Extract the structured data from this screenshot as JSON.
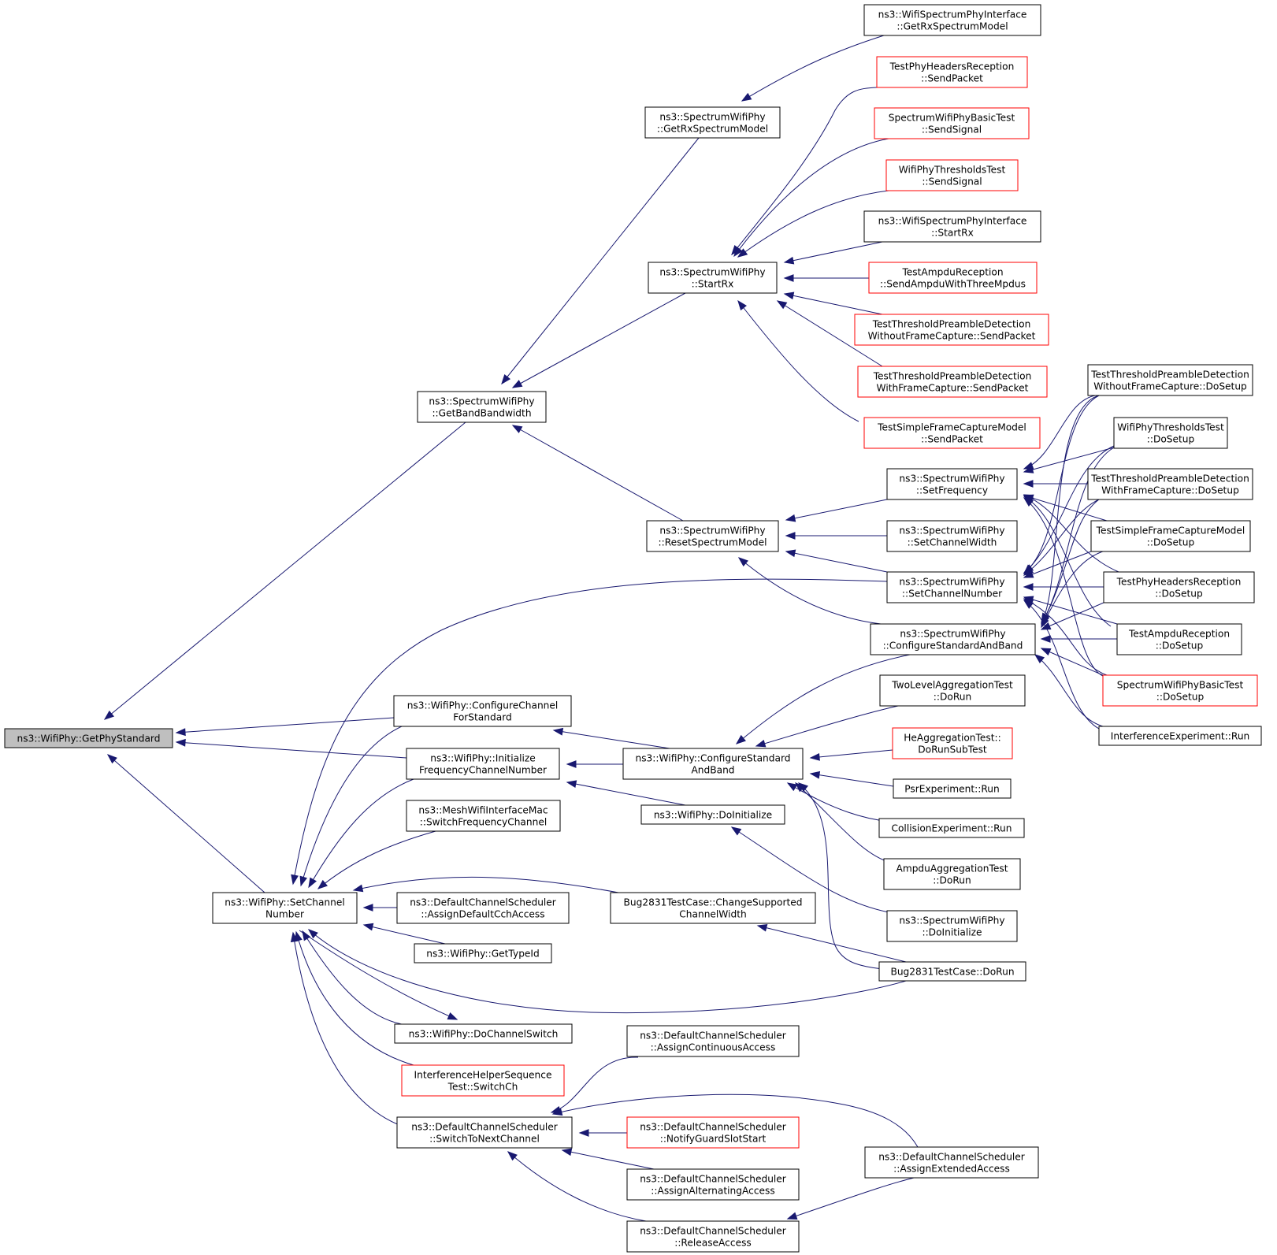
{
  "diagram": {
    "title": "",
    "colors": {
      "edge": "#191970",
      "normal_border": "#000000",
      "truncated_border": "#ff0000",
      "root_fill": "#bfbfbf",
      "node_fill": "#ffffff",
      "text": "#000000"
    },
    "nodes": [
      {
        "id": "getphystandard",
        "lines": [
          "ns3::WifiPhy::GetPhyStandard"
        ],
        "style": "root"
      },
      {
        "id": "getbandbandwidth",
        "lines": [
          "ns3::SpectrumWifiPhy",
          "::GetBandBandwidth"
        ],
        "style": "normal"
      },
      {
        "id": "setchannelnumber_wp",
        "lines": [
          "ns3::WifiPhy::SetChannel",
          "Number"
        ],
        "style": "normal"
      },
      {
        "id": "configurechannelforstandard",
        "lines": [
          "ns3::WifiPhy::ConfigureChannel",
          "ForStandard"
        ],
        "style": "normal"
      },
      {
        "id": "initializefreqchannel",
        "lines": [
          "ns3::WifiPhy::Initialize",
          "FrequencyChannelNumber"
        ],
        "style": "normal"
      },
      {
        "id": "meshswitchfreq",
        "lines": [
          "ns3::MeshWifiInterfaceMac",
          "::SwitchFrequencyChannel"
        ],
        "style": "normal"
      },
      {
        "id": "assigndefaultcch",
        "lines": [
          "ns3::DefaultChannelScheduler",
          "::AssignDefaultCchAccess"
        ],
        "style": "normal"
      },
      {
        "id": "gettypeid",
        "lines": [
          "ns3::WifiPhy::GetTypeId"
        ],
        "style": "normal"
      },
      {
        "id": "dochannelswitch",
        "lines": [
          "ns3::WifiPhy::DoChannelSwitch"
        ],
        "style": "normal"
      },
      {
        "id": "interferencehelperswitch",
        "lines": [
          "InterferenceHelperSequence",
          "Test::SwitchCh"
        ],
        "style": "truncated"
      },
      {
        "id": "switchtonextchannel",
        "lines": [
          "ns3::DefaultChannelScheduler",
          "::SwitchToNextChannel"
        ],
        "style": "normal"
      },
      {
        "id": "getrxspectrummodel",
        "lines": [
          "ns3::SpectrumWifiPhy",
          "::GetRxSpectrumModel"
        ],
        "style": "normal"
      },
      {
        "id": "startrx_swp",
        "lines": [
          "ns3::SpectrumWifiPhy",
          "::StartRx"
        ],
        "style": "normal"
      },
      {
        "id": "resetspectrummodel",
        "lines": [
          "ns3::SpectrumWifiPhy",
          "::ResetSpectrumModel"
        ],
        "style": "normal"
      },
      {
        "id": "wp_configurestandardandband",
        "lines": [
          "ns3::WifiPhy::ConfigureStandard",
          "AndBand"
        ],
        "style": "normal"
      },
      {
        "id": "doinitialize_wp",
        "lines": [
          "ns3::WifiPhy::DoInitialize"
        ],
        "style": "normal"
      },
      {
        "id": "bug2831change",
        "lines": [
          "Bug2831TestCase::ChangeSupported",
          "ChannelWidth"
        ],
        "style": "normal"
      },
      {
        "id": "assigncontinuous",
        "lines": [
          "ns3::DefaultChannelScheduler",
          "::AssignContinuousAccess"
        ],
        "style": "normal"
      },
      {
        "id": "notifyguardslot",
        "lines": [
          "ns3::DefaultChannelScheduler",
          "::NotifyGuardSlotStart"
        ],
        "style": "truncated"
      },
      {
        "id": "assignalternating",
        "lines": [
          "ns3::DefaultChannelScheduler",
          "::AssignAlternatingAccess"
        ],
        "style": "normal"
      },
      {
        "id": "releaseaccess",
        "lines": [
          "ns3::DefaultChannelScheduler",
          "::ReleaseAccess"
        ],
        "style": "normal"
      },
      {
        "id": "wsp_getrxspectrummodel",
        "lines": [
          "ns3::WifiSpectrumPhyInterface",
          "::GetRxSpectrumModel"
        ],
        "style": "normal"
      },
      {
        "id": "tphr_sendpacket",
        "lines": [
          "TestPhyHeadersReception",
          "::SendPacket"
        ],
        "style": "truncated"
      },
      {
        "id": "swpbt_sendsignal",
        "lines": [
          "SpectrumWifiPhyBasicTest",
          "::SendSignal"
        ],
        "style": "truncated"
      },
      {
        "id": "wptt_sendsignal",
        "lines": [
          "WifiPhyThresholdsTest",
          "::SendSignal"
        ],
        "style": "truncated"
      },
      {
        "id": "wsp_startrx",
        "lines": [
          "ns3::WifiSpectrumPhyInterface",
          "::StartRx"
        ],
        "style": "normal"
      },
      {
        "id": "tar_sendampdu",
        "lines": [
          "TestAmpduReception",
          "::SendAmpduWithThreeMpdus"
        ],
        "style": "truncated"
      },
      {
        "id": "ttpd_wofc_sendpacket",
        "lines": [
          "TestThresholdPreambleDetection",
          "WithoutFrameCapture::SendPacket"
        ],
        "style": "truncated"
      },
      {
        "id": "ttpd_wfc_sendpacket",
        "lines": [
          "TestThresholdPreambleDetection",
          "WithFrameCapture::SendPacket"
        ],
        "style": "truncated"
      },
      {
        "id": "tsfcm_sendpacket",
        "lines": [
          "TestSimpleFrameCaptureModel",
          "::SendPacket"
        ],
        "style": "truncated"
      },
      {
        "id": "setfrequency",
        "lines": [
          "ns3::SpectrumWifiPhy",
          "::SetFrequency"
        ],
        "style": "normal"
      },
      {
        "id": "setchannelwidth",
        "lines": [
          "ns3::SpectrumWifiPhy",
          "::SetChannelWidth"
        ],
        "style": "normal"
      },
      {
        "id": "swp_setchannelnumber",
        "lines": [
          "ns3::SpectrumWifiPhy",
          "::SetChannelNumber"
        ],
        "style": "normal"
      },
      {
        "id": "swp_configurestandardandband",
        "lines": [
          "ns3::SpectrumWifiPhy",
          "::ConfigureStandardAndBand"
        ],
        "style": "normal"
      },
      {
        "id": "twolevelagg",
        "lines": [
          "TwoLevelAggregationTest",
          "::DoRun"
        ],
        "style": "normal"
      },
      {
        "id": "heagg",
        "lines": [
          "HeAggregationTest::",
          "DoRunSubTest"
        ],
        "style": "truncated"
      },
      {
        "id": "psrexp",
        "lines": [
          "PsrExperiment::Run"
        ],
        "style": "normal"
      },
      {
        "id": "collisionexp",
        "lines": [
          "CollisionExperiment::Run"
        ],
        "style": "normal"
      },
      {
        "id": "ampduagg",
        "lines": [
          "AmpduAggregationTest",
          "::DoRun"
        ],
        "style": "normal"
      },
      {
        "id": "swp_doinitialize",
        "lines": [
          "ns3::SpectrumWifiPhy",
          "::DoInitialize"
        ],
        "style": "normal"
      },
      {
        "id": "bug2831dorun",
        "lines": [
          "Bug2831TestCase::DoRun"
        ],
        "style": "normal"
      },
      {
        "id": "assignextended",
        "lines": [
          "ns3::DefaultChannelScheduler",
          "::AssignExtendedAccess"
        ],
        "style": "normal"
      },
      {
        "id": "ttpd_wofc_dosetup",
        "lines": [
          "TestThresholdPreambleDetection",
          "WithoutFrameCapture::DoSetup"
        ],
        "style": "normal"
      },
      {
        "id": "wptt_dosetup",
        "lines": [
          "WifiPhyThresholdsTest",
          "::DoSetup"
        ],
        "style": "normal"
      },
      {
        "id": "ttpd_wfc_dosetup",
        "lines": [
          "TestThresholdPreambleDetection",
          "WithFrameCapture::DoSetup"
        ],
        "style": "normal"
      },
      {
        "id": "tsfcm_dosetup",
        "lines": [
          "TestSimpleFrameCaptureModel",
          "::DoSetup"
        ],
        "style": "normal"
      },
      {
        "id": "tphr_dosetup",
        "lines": [
          "TestPhyHeadersReception",
          "::DoSetup"
        ],
        "style": "normal"
      },
      {
        "id": "tar_dosetup",
        "lines": [
          "TestAmpduReception",
          "::DoSetup"
        ],
        "style": "normal"
      },
      {
        "id": "swpbt_dosetup",
        "lines": [
          "SpectrumWifiPhyBasicTest",
          "::DoSetup"
        ],
        "style": "truncated"
      },
      {
        "id": "interferenceexp",
        "lines": [
          "InterferenceExperiment::Run"
        ],
        "style": "normal"
      }
    ]
  }
}
